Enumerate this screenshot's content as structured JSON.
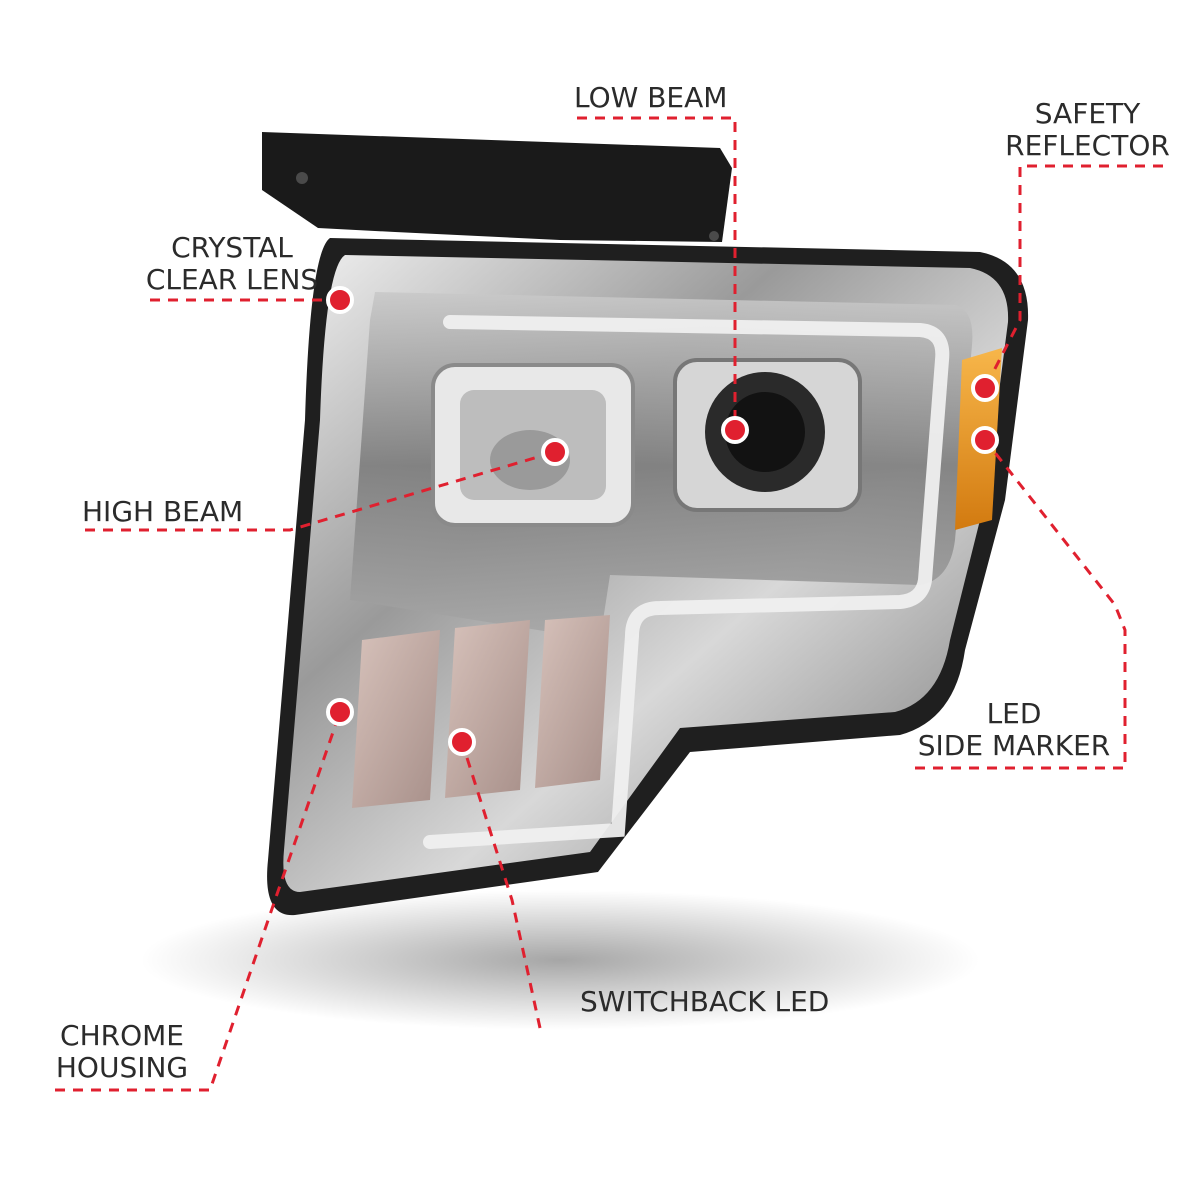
{
  "accent_color": "#e0202f",
  "callouts": {
    "low_beam": {
      "lines": [
        "LOW BEAM"
      ]
    },
    "safety_reflector": {
      "lines": [
        "SAFETY",
        "REFLECTOR"
      ]
    },
    "crystal_clear_lens": {
      "lines": [
        "CRYSTAL",
        "CLEAR LENS"
      ]
    },
    "high_beam": {
      "lines": [
        "HIGH BEAM"
      ]
    },
    "led_side_marker": {
      "lines": [
        "LED",
        "SIDE MARKER"
      ]
    },
    "switchback_led": {
      "lines": [
        "SWITCHBACK LED"
      ]
    },
    "chrome_housing": {
      "lines": [
        "CHROME",
        "HOUSING"
      ]
    }
  }
}
